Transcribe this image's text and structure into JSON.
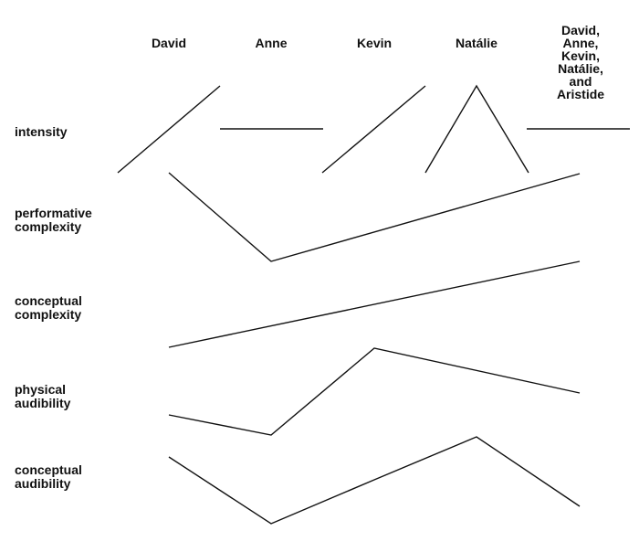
{
  "columns": [
    {
      "label": "David"
    },
    {
      "label": "Anne"
    },
    {
      "label": "Kevin"
    },
    {
      "label": "Natálie"
    },
    {
      "label": "David, Anne,\nKevin, Natálie,\nand Aristide"
    }
  ],
  "rows": [
    {
      "label": "intensity"
    },
    {
      "label": "performative\ncomplexity"
    },
    {
      "label": "conceptual\ncomplexity"
    },
    {
      "label": "physical\naudibility"
    },
    {
      "label": "conceptual\naudibility"
    }
  ],
  "line_color": "#111111",
  "background": "#ffffff"
}
